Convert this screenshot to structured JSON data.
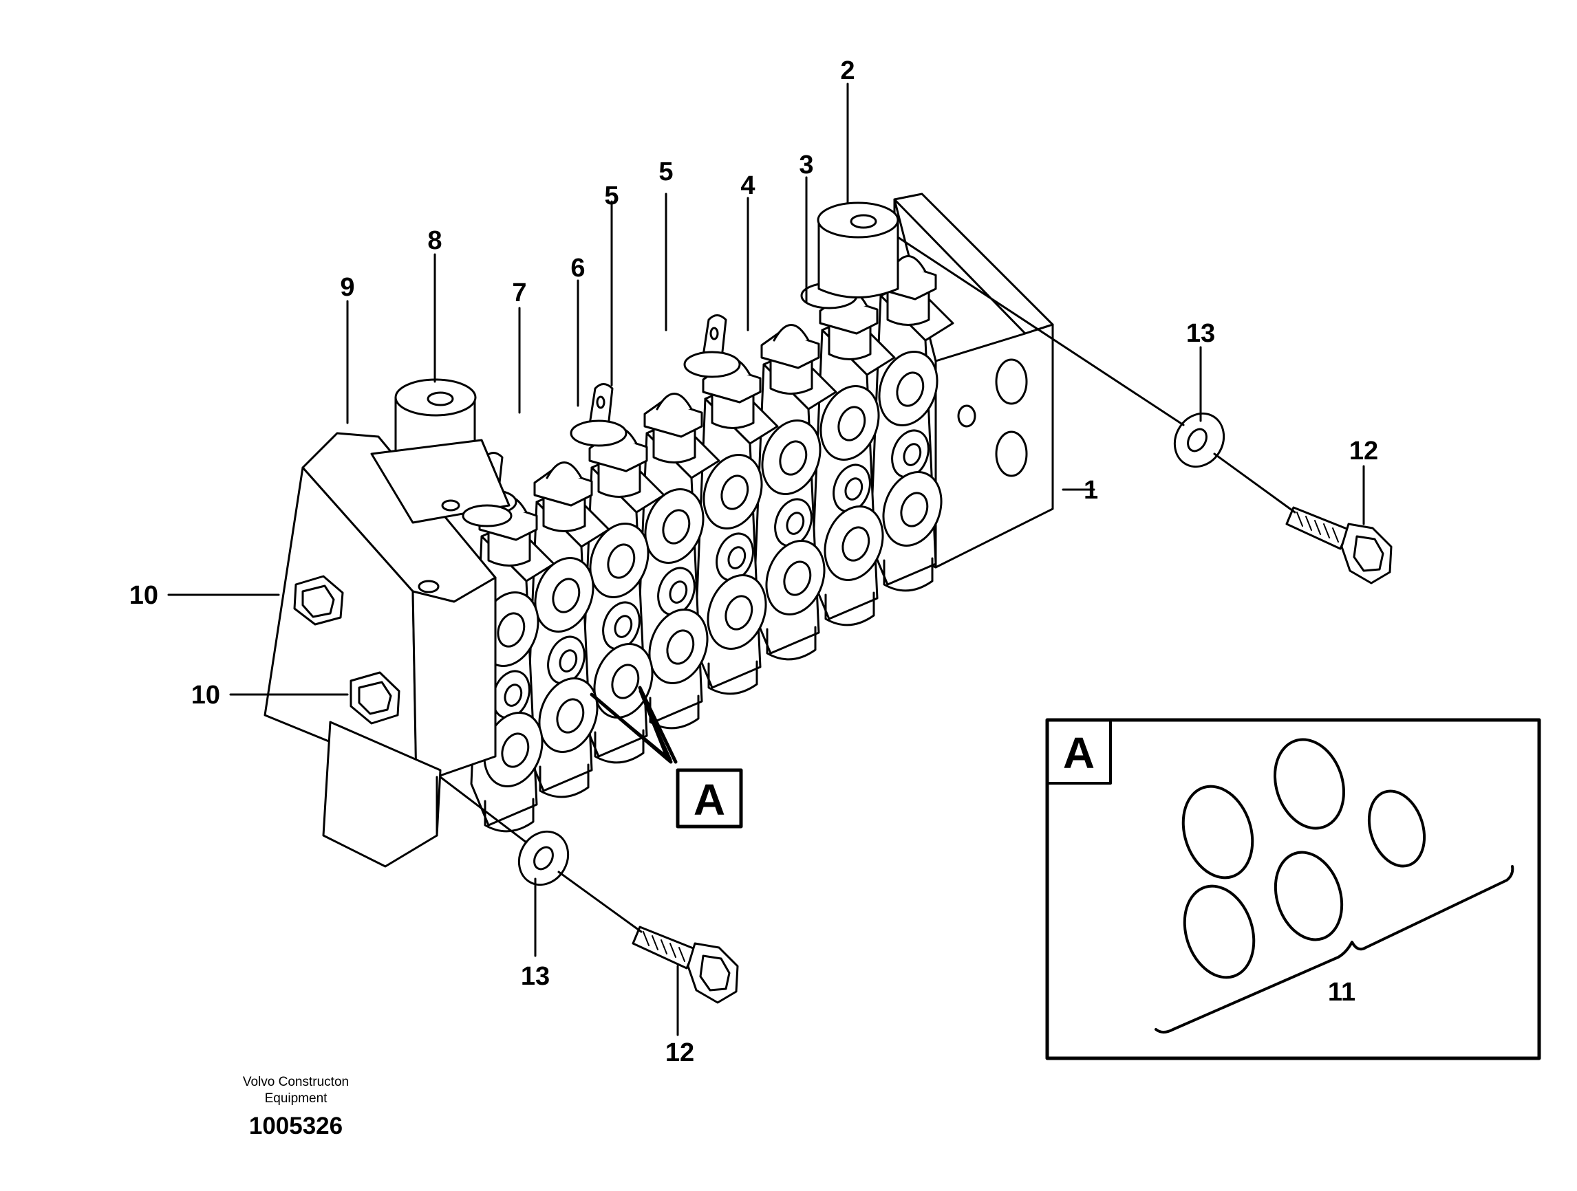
{
  "callouts": {
    "c1": "1",
    "c2": "2",
    "c3": "3",
    "c4": "4",
    "c5a": "5",
    "c5b": "5",
    "c6": "6",
    "c7": "7",
    "c8": "8",
    "c9": "9",
    "c10a": "10",
    "c10b": "10",
    "c11": "11",
    "c12a": "12",
    "c12b": "12",
    "c13a": "13",
    "c13b": "13"
  },
  "detail_marker": "A",
  "detail_box_label": "A",
  "footer": {
    "company_line1": "Volvo Constructon",
    "company_line2": "Equipment",
    "drawing_number": "1005326"
  },
  "colors": {
    "line": "#000000",
    "background": "#ffffff"
  }
}
